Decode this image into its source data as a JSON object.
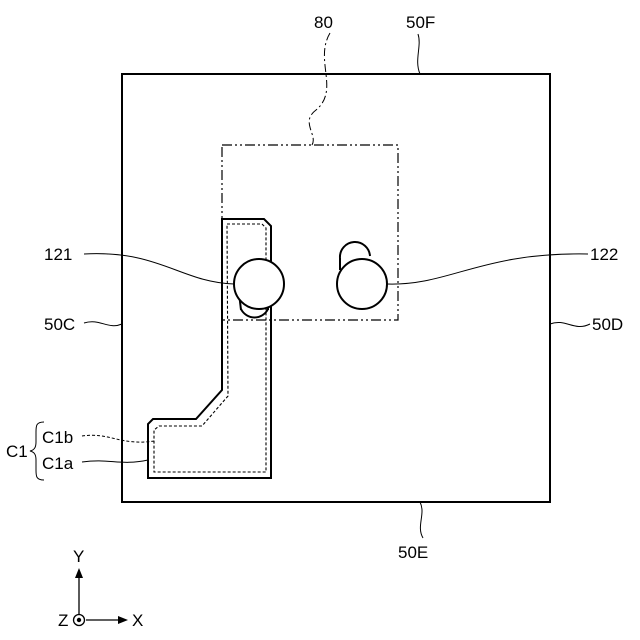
{
  "labels": {
    "label_80": "80",
    "label_50F": "50F",
    "label_50C": "50C",
    "label_50D": "50D",
    "label_50E": "50E",
    "label_121": "121",
    "label_122": "122",
    "label_C1": "C1",
    "label_C1a": "C1a",
    "label_C1b": "C1b"
  },
  "axes": {
    "y": "Y",
    "x": "X",
    "z": "Z"
  },
  "colors": {
    "line": "#000000",
    "background": "#ffffff"
  }
}
